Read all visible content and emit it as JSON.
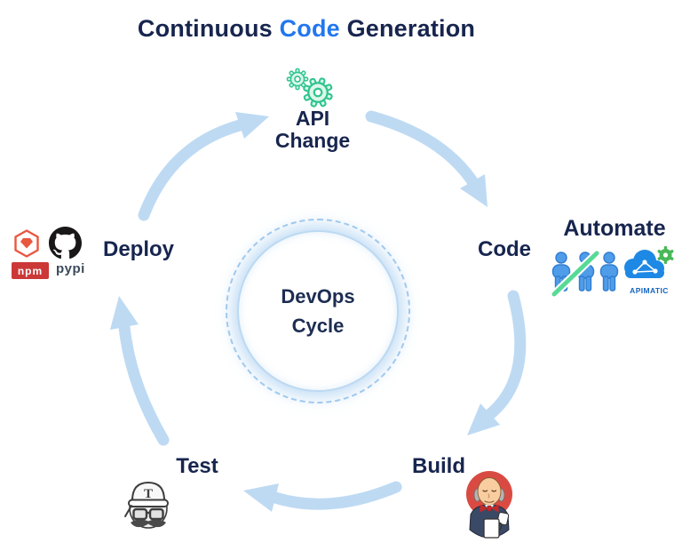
{
  "title": {
    "part1": "Continuous ",
    "highlight": "Code",
    "part2": " Generation"
  },
  "center_circle": {
    "line1": "DevOps",
    "line2": "Cycle"
  },
  "stages": {
    "api_change": {
      "line1": "API",
      "line2": "Change"
    },
    "code": {
      "label": "Code"
    },
    "build": {
      "label": "Build"
    },
    "test": {
      "label": "Test"
    },
    "deploy": {
      "label": "Deploy"
    },
    "automate": {
      "label": "Automate"
    }
  },
  "logos": {
    "npm": "npm",
    "pypi": "pypi",
    "apimatic": "APIMATIC",
    "travis_letter": "T"
  },
  "icons": {
    "gears": "api-change-gears",
    "team": "three-people-crossed-out",
    "apimatic": "apimatic-cloud-gear",
    "rubygems": "rubygems-hexagon-gem",
    "github": "github-octocat",
    "jenkins": "jenkins-butler",
    "travis": "travis-ci-engineer"
  },
  "colors": {
    "navy": "#17254e",
    "accent_blue": "#2277ee",
    "arrow_blue": "#bedaf3",
    "circle_dash_blue": "#9fc9ee",
    "gear_green": "#2ec48e",
    "gear_fill": "#dcf7ea",
    "people_blue": "#4f9ce8",
    "slash_green": "#57da96",
    "apimatic_blue": "#1e88e5",
    "jenkins_red": "#d94b42",
    "npm_red": "#cb3837",
    "rubygems_red": "#e9573f",
    "background": "#ffffff"
  }
}
